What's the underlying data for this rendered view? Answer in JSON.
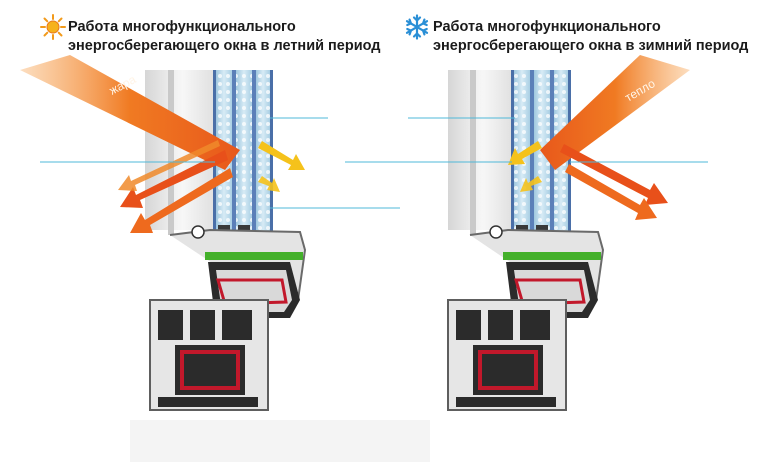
{
  "summer": {
    "title_line1": "Работа многофункционального",
    "title_line2": "энергосберегающего окна в летний период",
    "arrow_label": "жара",
    "icon": "sun-icon",
    "icon_color": "#f29a1a"
  },
  "winter": {
    "title_line1": "Работа многофункционального",
    "title_line2": "энергосберегающего окна в зимний период",
    "arrow_label": "тепло",
    "icon": "snowflake-icon",
    "icon_color": "#2a8fd6"
  },
  "colors": {
    "heat_arrow": "#f0701f",
    "reflect_arrow": "#e8501a",
    "pass_arrow": "#f5c21b",
    "glass": "#b9d8ea",
    "frame": "#e9e9e9",
    "chamber": "#2b2b2b",
    "seal_green": "#43b02a",
    "seal_red": "#c2182b",
    "guide_line": "#4fb8d8"
  }
}
